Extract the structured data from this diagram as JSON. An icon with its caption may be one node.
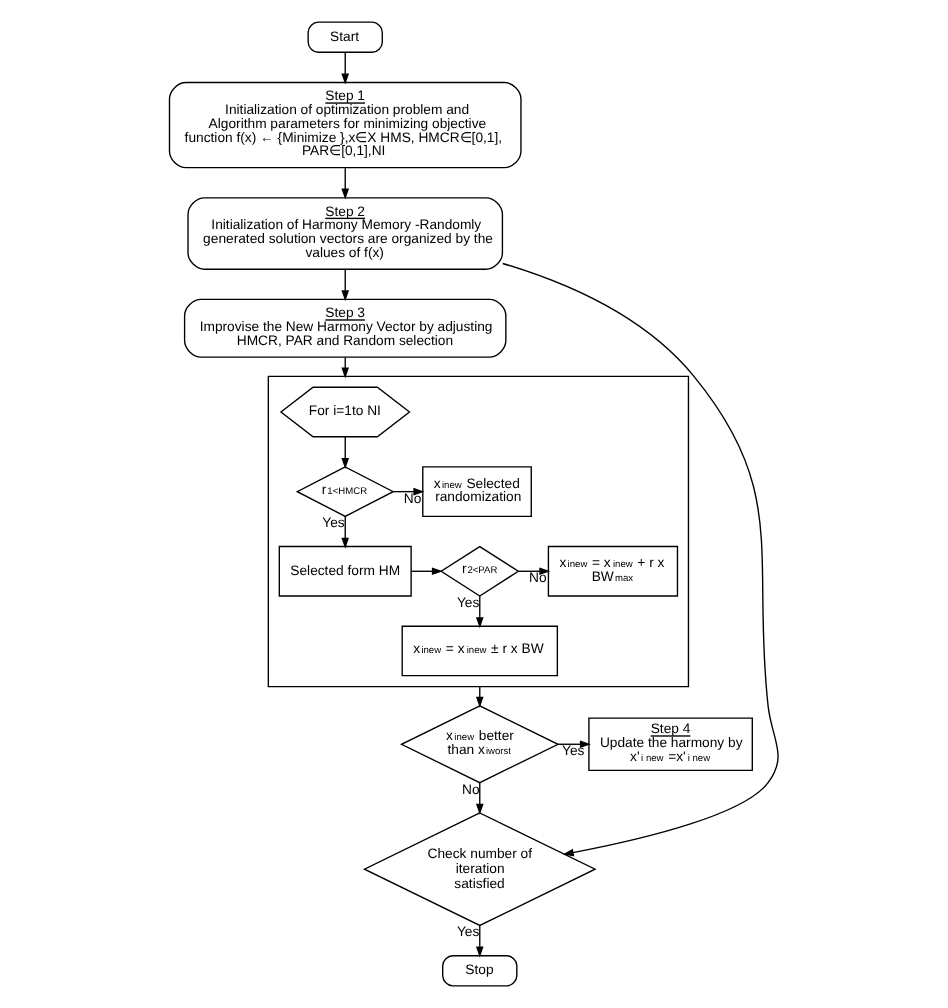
{
  "diagram": {
    "nodes": [
      {
        "text": [
          "Start"
        ]
      },
      {
        "text": [
          "Step 1",
          "Initialization of optimization problem and Algorithm parameters for minimizing objective function f(x) ← {Minimize },x∈X HMS, HMCR∈[0,1], PAR∈[0,1],NI"
        ]
      },
      {
        "text": [
          "Step 2",
          "Initialization of Harmony Memory -Randomly generated solution vectors are organized by the values of f(x)"
        ]
      },
      {
        "text": [
          "Step 3",
          "Improvise the New Harmony Vector by adjusting HMCR, PAR and Random selection"
        ]
      },
      {
        "text": [],
        "shape": "box"
      },
      {
        "text": [
          "For i=1to NI"
        ],
        "in": 4
      },
      {
        "text": [
          "r$_{1<HMCR}$"
        ],
        "in": 4
      },
      {
        "text": [
          "x$_{inew}$ Selected randomization"
        ],
        "in": 4
      },
      {
        "text": [
          "Selected form HM"
        ],
        "in": 4
      },
      {
        "text": [
          "r$_{2<PAR}$"
        ],
        "in": 4
      },
      {
        "text": [
          "x$_{inew}$ = x$_{inew}$ + r x BW$_{max}$"
        ],
        "in": 4
      },
      {
        "text": [
          "x$_{inew}$ = x$_{inew}$ ± r x BW"
        ],
        "in": 4
      },
      {
        "text": [
          "x$_{inew}$ better than x$_{iworst}$"
        ]
      },
      {
        "text": [
          "Step 4",
          "Update the harmony by x'$_{i new}$ =x'$_{i new}$"
        ]
      },
      {
        "text": [
          "Check number of iteration satisfied"
        ]
      },
      {
        "text": [
          "Stop"
        ]
      }
    ],
    "edges": [
      {
        "from": 0,
        "to": 1,
        "arrow": "to"
      },
      {
        "from": 1,
        "to": 2,
        "arrow": "to"
      },
      {
        "from": 2,
        "to": 3,
        "arrow": "to"
      },
      {
        "from": 3,
        "to": 4,
        "arrow": "to"
      },
      {
        "from": 5,
        "to": 6,
        "arrow": "to"
      },
      {
        "from": 6,
        "to": 7,
        "arrow": "to",
        "label": "No"
      },
      {
        "from": 6,
        "to": 8,
        "arrow": "to",
        "label": "Yes"
      },
      {
        "from": 8,
        "to": 9,
        "arrow": "to"
      },
      {
        "from": 9,
        "to": 10,
        "arrow": "to",
        "label": "No"
      },
      {
        "from": 9,
        "to": 11,
        "arrow": "to",
        "label": "Yes"
      },
      {
        "from": 4,
        "to": 12,
        "arrow": "to"
      },
      {
        "from": 12,
        "to": 13,
        "arrow": "to",
        "label": "Yes"
      },
      {
        "from": 12,
        "to": 14,
        "arrow": "to",
        "label": "No"
      },
      {
        "from": 2,
        "to": 14,
        "arrow": "to"
      },
      {
        "from": 14,
        "to": 15,
        "arrow": "to",
        "label": "Yes"
      }
    ]
  }
}
